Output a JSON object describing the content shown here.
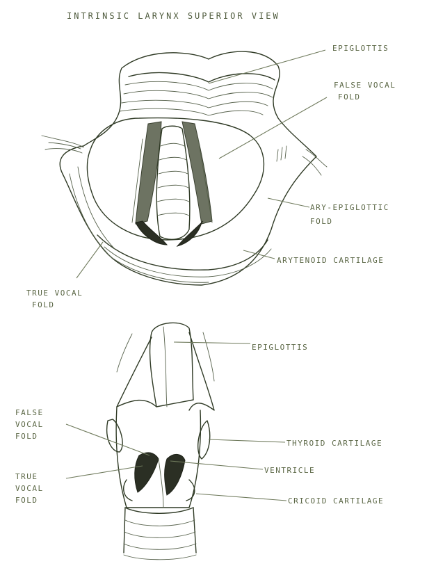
{
  "title": "INTRINSIC LARYNX SUPERIOR VIEW",
  "top_view": {
    "labels": {
      "epiglottis": "EPIGLOTTIS",
      "false_vocal_fold_1": "FALSE VOCAL",
      "false_vocal_fold_2": "FOLD",
      "ary_epiglottic_fold_1": "ARY-EPIGLOTTIC",
      "ary_epiglottic_fold_2": "FOLD",
      "arytenoid_cartilage": "ARYTENOID CARTILAGE",
      "true_vocal_fold_1": "TRUE VOCAL",
      "true_vocal_fold_2": "FOLD"
    }
  },
  "bottom_view": {
    "labels": {
      "epiglottis": "EPIGLOTTIS",
      "false_vocal_fold_1": "FALSE",
      "false_vocal_fold_2": "VOCAL",
      "false_vocal_fold_3": "FOLD",
      "true_vocal_fold_1": "TRUE",
      "true_vocal_fold_2": "VOCAL",
      "true_vocal_fold_3": "FOLD",
      "thyroid_cartilage": "THYROID CARTILAGE",
      "ventricle": "VENTRICLE",
      "cricoid_cartilage": "CRICOID CARTILAGE"
    }
  },
  "colors": {
    "ink": "#2f3a25",
    "label": "#5a6644",
    "paper": "#ffffff"
  }
}
